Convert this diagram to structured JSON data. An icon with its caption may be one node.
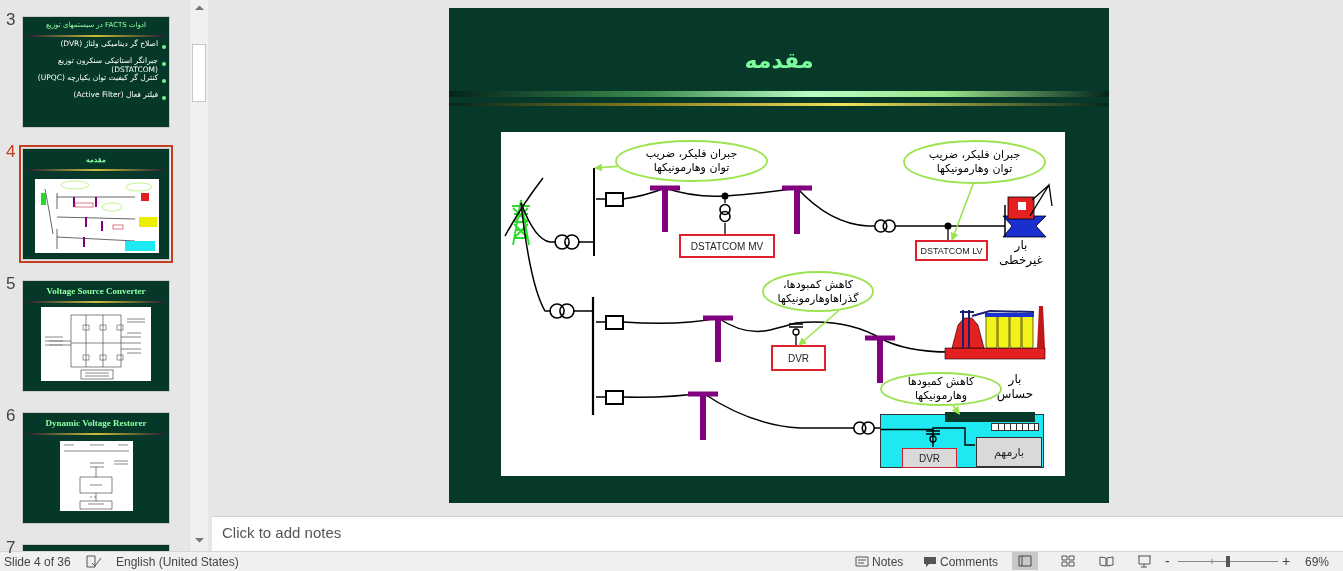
{
  "diagram": {
    "nodes": [
      {
        "text": [
          "ادوات FACTS در سیستمهای توزیع",
          "اصلاح گر دینامیکی ولتاژ (DVR)",
          "جبرانگر استاتیکی سنکرون توزیع (DSTATCOM)",
          "کنترل گر کیفیت توان یکپارچه (UPQC)",
          "فیلتر فعال (Active Filter)"
        ],
        "beside": [
          "3"
        ]
      },
      {
        "text": [
          "مقدمه"
        ],
        "beside": [
          "4"
        ]
      },
      {
        "text": [
          "Voltage Source Converter"
        ],
        "beside": [
          "5"
        ]
      },
      {
        "text": [
          "Dynamic Voltage Restorer"
        ],
        "beside": [
          "6"
        ]
      },
      {
        "text": [],
        "shape": "box",
        "beside": [
          "7"
        ]
      },
      {
        "text": [
          "مقدمه"
        ]
      },
      {
        "text": [
          "جبران فلیکر، ضریب توان وهارمونیکها"
        ],
        "in": 5
      },
      {
        "text": [],
        "shape": "bar",
        "in": 5
      },
      {
        "text": [
          "DSTATCOM MV"
        ],
        "in": 5
      },
      {
        "text": [
          "جبران فلیکر، ضریب توان وهارمونیکها"
        ],
        "in": 5
      },
      {
        "text": [
          "DSTATCOM LV"
        ],
        "in": 5
      },
      {
        "text": [
          "کاهش کمبودها، گذراهاوهارمونیکها"
        ],
        "in": 5
      },
      {
        "text": [
          "DVR"
        ],
        "in": 5
      },
      {
        "text": [
          "کاهش کمبودها وهارمونیکها"
        ],
        "in": 5
      },
      {
        "text": [],
        "shape": "box",
        "in": 5
      },
      {
        "text": [
          "DVR"
        ],
        "in": 14
      },
      {
        "text": [
          "بارمهم"
        ],
        "in": 14
      }
    ],
    "edges": [
      {
        "from": 6,
        "to": 7,
        "arrow": "to"
      },
      {
        "from": 9,
        "to": 10,
        "arrow": "to"
      },
      {
        "from": 11,
        "to": 12,
        "arrow": "to"
      },
      {
        "from": 13,
        "to": 14,
        "arrow": "to"
      },
      {
        "from": 15,
        "to": 16,
        "arrow": "none",
        "color": "#000000"
      }
    ],
    "labels": [
      "بار غیرخطی",
      "بار حساس",
      "Click to add notes",
      "Slide 4 of 36",
      "English (United States)",
      "Notes",
      "Comments",
      "-",
      "+",
      "69%"
    ]
  }
}
